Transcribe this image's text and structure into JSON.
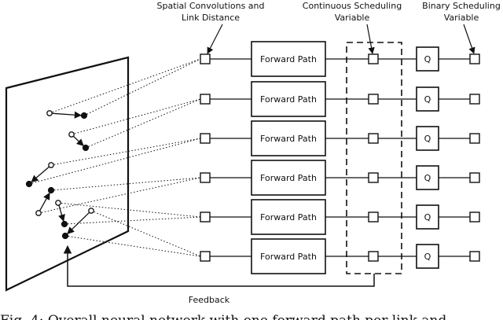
{
  "labels": {
    "spatial_line1": "Spatial Convolutions and",
    "spatial_line2": "Link Distance",
    "continuous_line1": "Continuous Scheduling",
    "continuous_line2": "Variable",
    "binary_line1": "Binary Scheduling",
    "binary_line2": "Variable",
    "feedback": "Feedback"
  },
  "rows": [
    {
      "forward_label": "Forward Path",
      "q_label": "Q"
    },
    {
      "forward_label": "Forward Path",
      "q_label": "Q"
    },
    {
      "forward_label": "Forward Path",
      "q_label": "Q"
    },
    {
      "forward_label": "Forward Path",
      "q_label": "Q"
    },
    {
      "forward_label": "Forward Path",
      "q_label": "Q"
    },
    {
      "forward_label": "Forward Path",
      "q_label": "Q"
    }
  ],
  "caption": "Fig. 4: Overall neural network with one forward path per link and"
}
